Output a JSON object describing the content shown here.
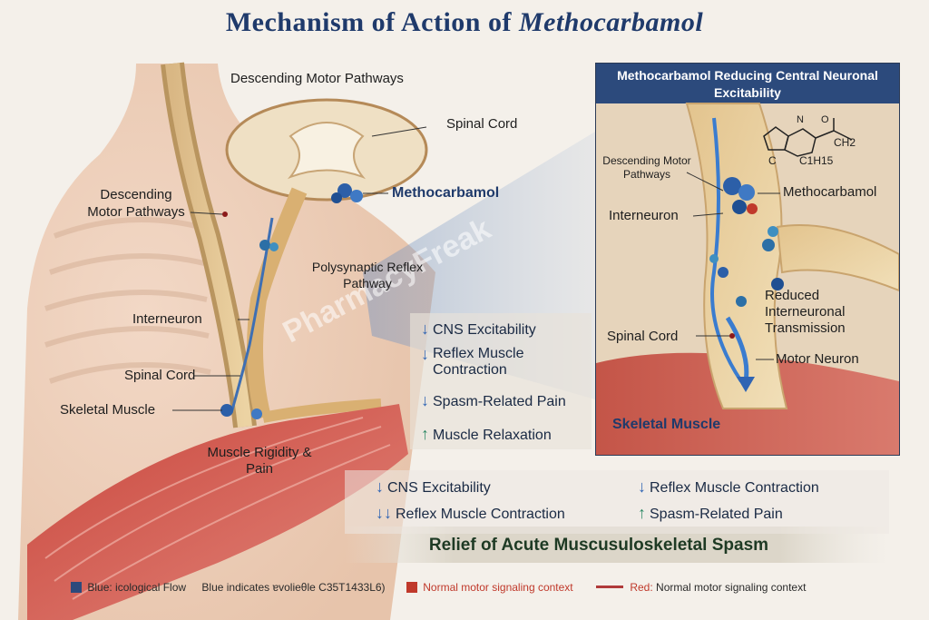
{
  "title": {
    "part1": "Mechanism of Action of",
    "part2": "Methocarbamol"
  },
  "watermark": "PharmacyFreak",
  "main_labels": {
    "descending_top": "Descending Motor Pathways",
    "spinal_cord_top": "Spinal Cord",
    "descending_left": "Descending Motor Pathways",
    "methocarbamol": "Methocarbamol",
    "polysynaptic": "Polysynaptic Reflex Pathway",
    "interneuron": "Interneuron",
    "spinal_cord": "Spinal Cord",
    "skeletal_muscle": "Skeletal Muscle",
    "muscle_rigidity": "Muscle Rigidity & Pain"
  },
  "center_effects": [
    {
      "dir": "down",
      "text": "CNS Excitability"
    },
    {
      "dir": "down",
      "text": "Reflex Muscle Contraction"
    },
    {
      "dir": "down",
      "text": "Spasm-Related Pain"
    },
    {
      "dir": "up",
      "text": "Muscle Relaxation"
    }
  ],
  "inset": {
    "title": "Methocarbamol Reducing Central Neuronal Excitability",
    "title_l1": "Methocarbamol Reducing Central Neuronal",
    "title_l2": "Excitability",
    "descending": "Descending Motor Pathways",
    "methocarbamol": "Methocarbamol",
    "interneuron": "Interneuron",
    "reduced": "Reduced Interneuronal Transmission",
    "spinal_cord": "Spinal Cord",
    "motor_neuron": "Motor Neuron",
    "skeletal_muscle": "Skeletal Muscle",
    "chem": {
      "n": "N",
      "o": "O",
      "ch2": "CH2",
      "c": "C",
      "c1h15": "C1H15"
    }
  },
  "bottom_effects": [
    {
      "dir": "down",
      "text": "CNS Excitability"
    },
    {
      "dir": "down2",
      "text": "Reflex Muscle Contraction"
    },
    {
      "dir": "down",
      "text": "Reflex Muscle Contraction"
    },
    {
      "dir": "up",
      "text": "Spasm-Related Pain"
    }
  ],
  "relief": "Relief of Acute Muscusuloskeletal Spasm",
  "legend": {
    "blue_label": "Blue: icological Flow",
    "blue_desc": "Blue indicates ɐvolieθle C35T1433L6)",
    "red_box_text": "Normal motor signaling context",
    "red_label": "Red:",
    "red_text": "Normal motor signaling context"
  },
  "colors": {
    "navy": "#1f3a6b",
    "down_arrow": "#2f64b3",
    "up_arrow": "#2f8a66",
    "red": "#c0392b",
    "header_bg": "#2c4a7c"
  }
}
